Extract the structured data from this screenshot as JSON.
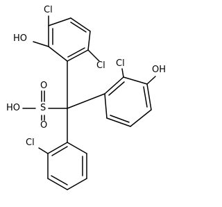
{
  "structure": {
    "labels": {
      "cl_top": "Cl",
      "ho_upper_left": "HO",
      "cl_ring_a": "Cl",
      "cl_ring_b": "Cl",
      "oh_ring_b": "OH",
      "o_upper": "O",
      "o_lower": "O",
      "sulfur": "S",
      "ho_acid": "HO",
      "cl_ring_c": "Cl"
    },
    "colors": {
      "bond": "#000000",
      "text": "#000000",
      "background": "#ffffff"
    }
  }
}
